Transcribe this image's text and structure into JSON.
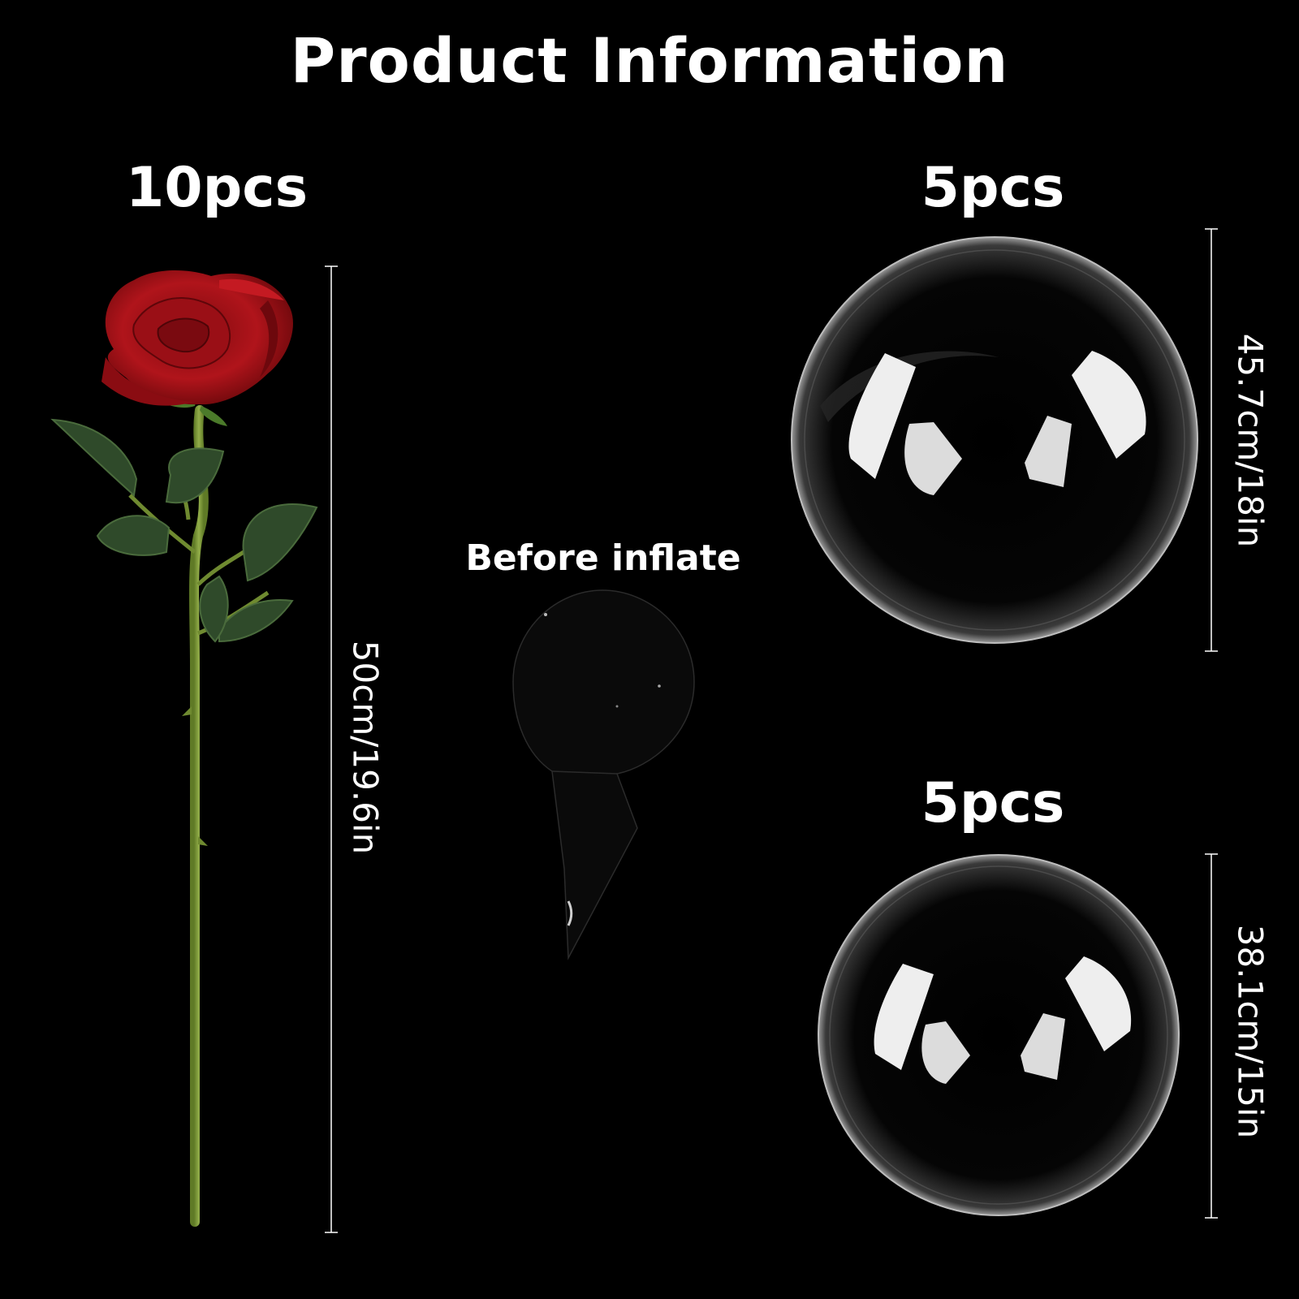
{
  "title": "Product Information",
  "rose": {
    "count": "10pcs",
    "dimension": "50cm/19.6in",
    "color": "#a10c12",
    "stem_color": "#7d9a3a"
  },
  "before": {
    "label": "Before inflate"
  },
  "large_balloon": {
    "count": "5pcs",
    "dimension": "45.7cm/18in"
  },
  "small_balloon": {
    "count": "5pcs",
    "dimension": "38.1cm/15in"
  }
}
